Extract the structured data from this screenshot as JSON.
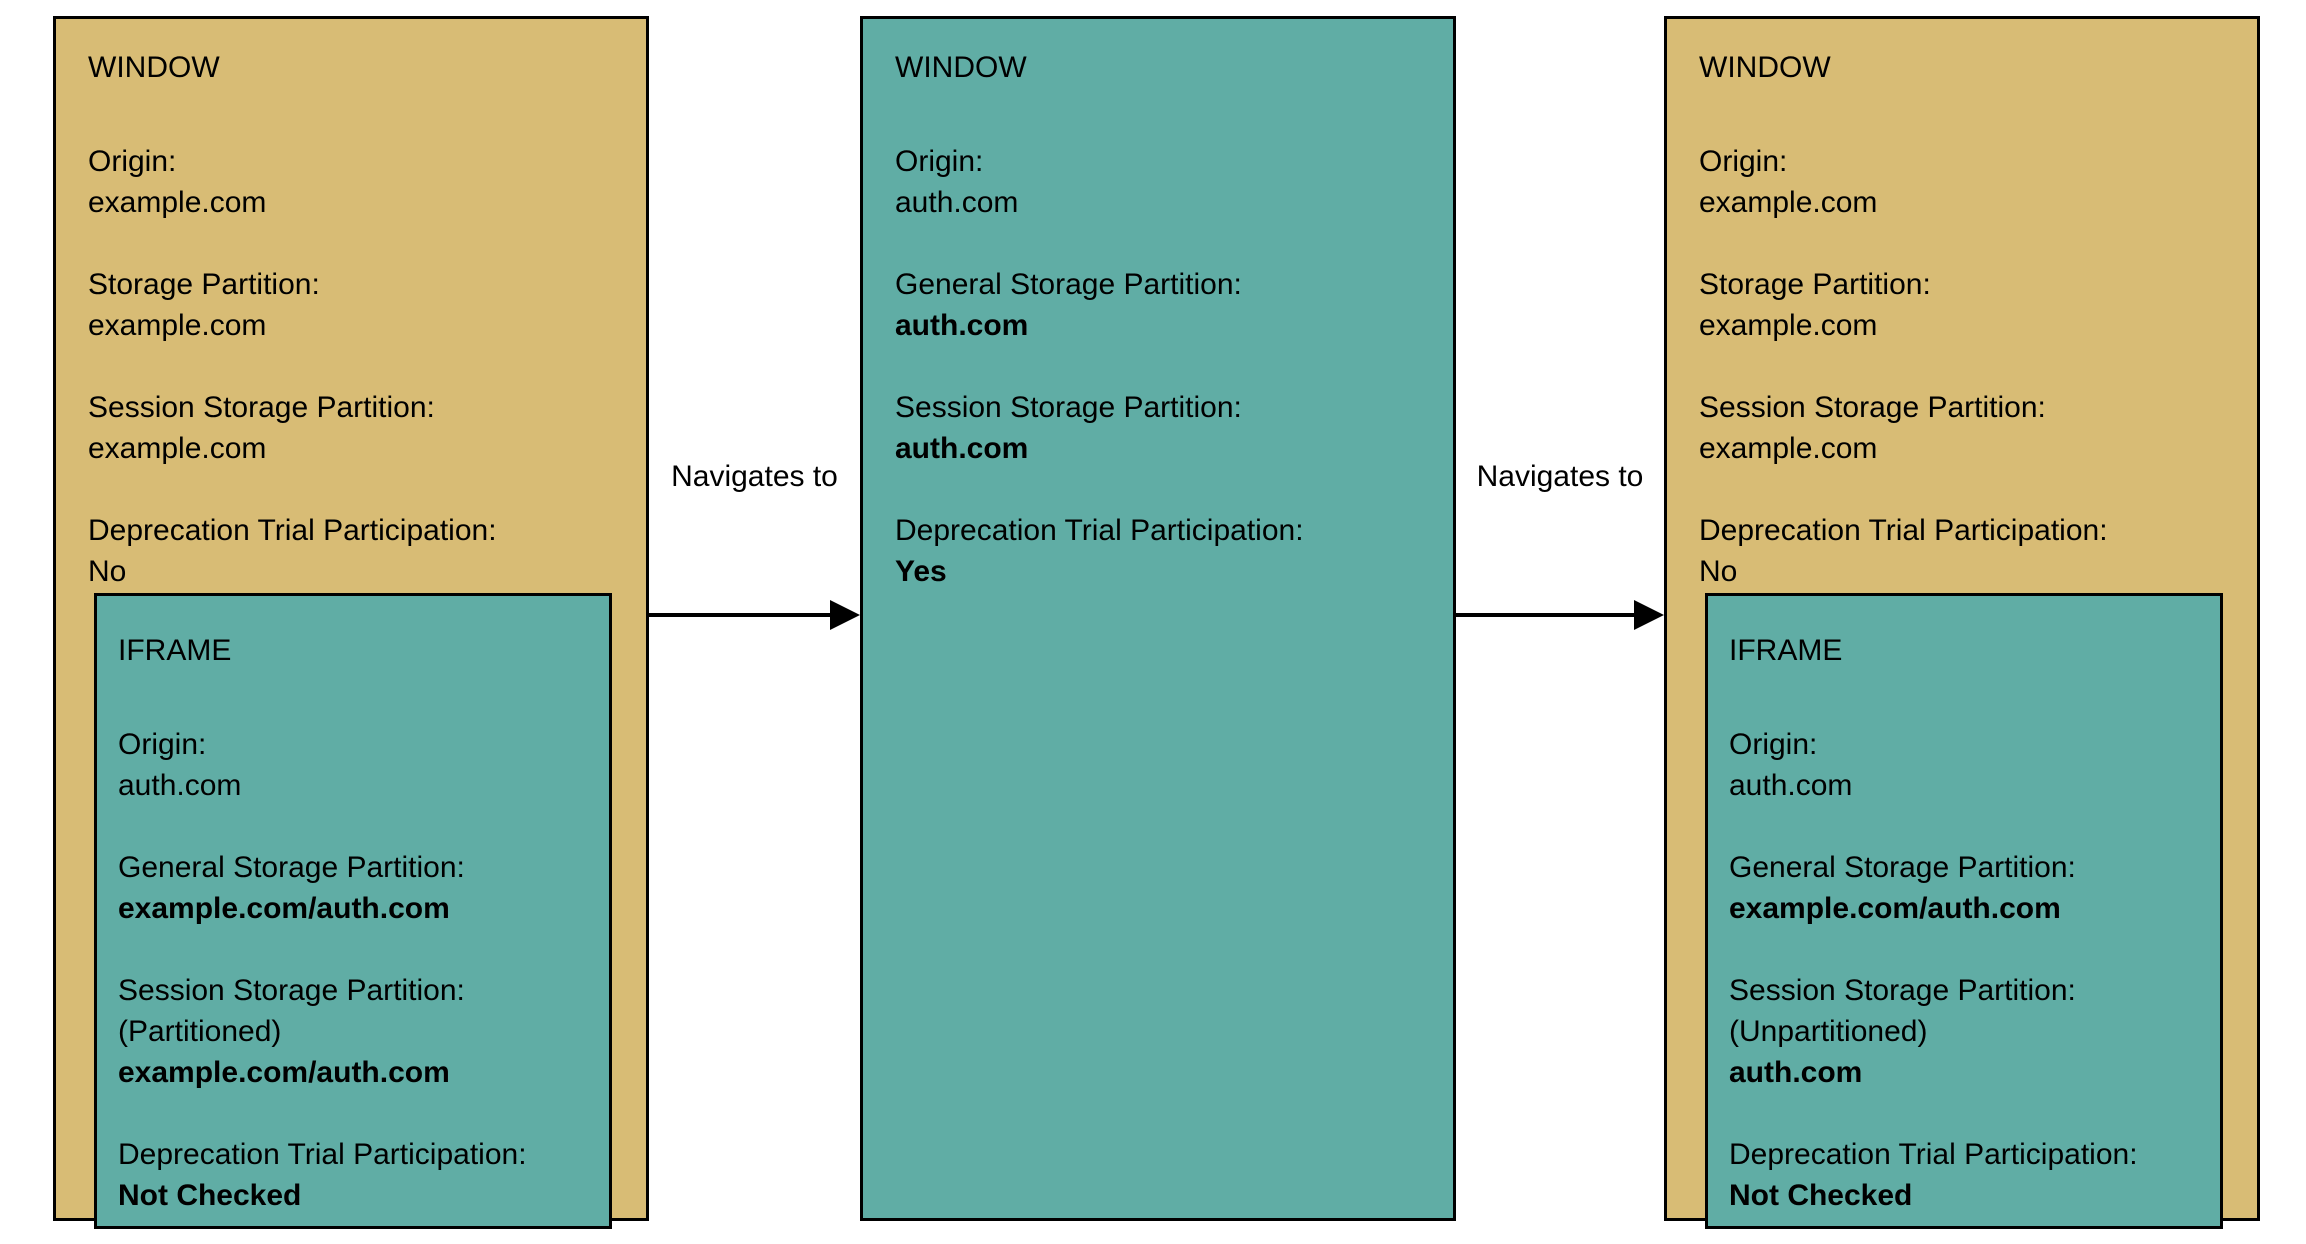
{
  "colors": {
    "window_fill": "#d8bc75",
    "iframe_fill": "#60ada5",
    "border": "#000000",
    "text": "#000000",
    "background": "#ffffff"
  },
  "connectors": [
    {
      "label": "Navigates to"
    },
    {
      "label": "Navigates to"
    }
  ],
  "boxes": [
    {
      "title": "WINDOW",
      "fields": [
        {
          "label": "Origin:",
          "value": "example.com"
        },
        {
          "label": "Storage Partition:",
          "value": "example.com"
        },
        {
          "label": "Session Storage Partition:",
          "value": "example.com"
        },
        {
          "label": "Deprecation Trial Participation:",
          "value": "No"
        }
      ],
      "iframe": {
        "title": "IFRAME",
        "fields": [
          {
            "label": "Origin:",
            "value": "auth.com"
          },
          {
            "label": "General Storage Partition:",
            "value": "example.com/auth.com"
          },
          {
            "label": "Session Storage Partition:",
            "note": "(Partitioned)",
            "value": "example.com/auth.com"
          },
          {
            "label": "Deprecation Trial Participation:",
            "value": "Not Checked"
          }
        ]
      }
    },
    {
      "title": "WINDOW",
      "fields": [
        {
          "label": "Origin:",
          "value": "auth.com"
        },
        {
          "label": "General Storage Partition:",
          "value": "auth.com"
        },
        {
          "label": "Session Storage Partition:",
          "value": "auth.com"
        },
        {
          "label": "Deprecation Trial Participation:",
          "value": "Yes"
        }
      ]
    },
    {
      "title": "WINDOW",
      "fields": [
        {
          "label": "Origin:",
          "value": "example.com"
        },
        {
          "label": "Storage Partition:",
          "value": "example.com"
        },
        {
          "label": "Session Storage Partition:",
          "value": "example.com"
        },
        {
          "label": "Deprecation Trial Participation:",
          "value": "No"
        }
      ],
      "iframe": {
        "title": "IFRAME",
        "fields": [
          {
            "label": "Origin:",
            "value": "auth.com"
          },
          {
            "label": "General Storage Partition:",
            "value": "example.com/auth.com"
          },
          {
            "label": "Session Storage Partition:",
            "note": "(Unpartitioned)",
            "value": "auth.com"
          },
          {
            "label": "Deprecation Trial Participation:",
            "value": "Not Checked"
          }
        ]
      }
    }
  ]
}
